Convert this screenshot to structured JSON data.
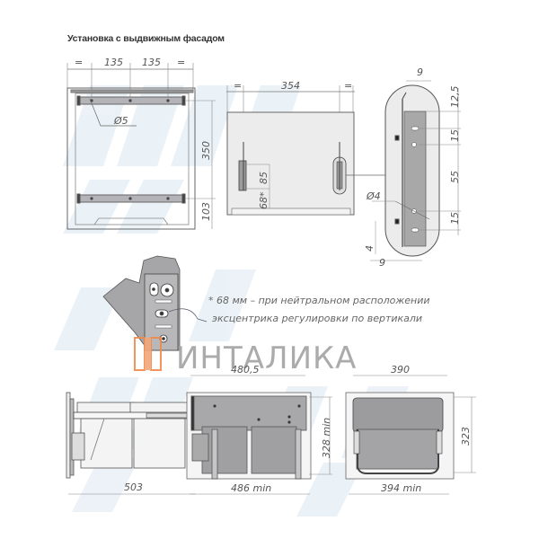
{
  "title": "Установка с выдвижным фасадом",
  "front_view": {
    "dims": {
      "eq_left": "=",
      "spacing_1": "135",
      "spacing_2": "135",
      "eq_right": "=",
      "hole_diameter": "Ø5",
      "height_rails": "350",
      "bottom_offset": "103"
    }
  },
  "facade_view": {
    "dims": {
      "eq_left": "=",
      "width": "354",
      "eq_right": "=",
      "bracket_height": "85",
      "bracket_offset": "68*"
    }
  },
  "detail_view": {
    "dims": {
      "top_width": "9",
      "top_gap": "12,5",
      "hole_gap_1": "15",
      "hole_gap_2": "55",
      "hole_gap_3": "15",
      "hole_diameter": "Ø4",
      "bottom_offset": "4",
      "bottom_width": "9"
    }
  },
  "note": {
    "line1": "* 68 мм – при нейтральном расположении",
    "line2": "эксцентрика регулировки по вертикали"
  },
  "watermark": {
    "brand": "интаλика",
    "brand_text": "ИНТАЛИКА",
    "accent_color": "#f08a4b",
    "gray_color": "#a3a3a3",
    "blue_watermark_color": "#dde9f3"
  },
  "side_view": {
    "dims": {
      "depth": "503"
    }
  },
  "cabinet_view": {
    "dims": {
      "width_top": "480,5",
      "width_min": "486 min",
      "height_min": "328 min"
    }
  },
  "bin_front_view": {
    "dims": {
      "width_top": "390",
      "width_min": "394 min",
      "height": "323"
    }
  }
}
